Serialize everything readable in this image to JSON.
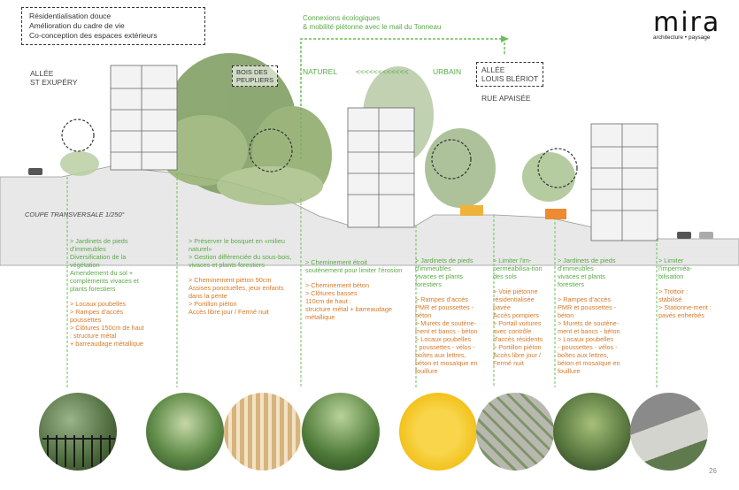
{
  "header": {
    "objectives": [
      "Résidentialisation douce",
      "Amélioration du cadre de vie",
      "Co-conception des espaces extérieurs"
    ],
    "connexion": [
      "Connexions écologiques",
      "& mobilité piétonne avec le mail du Tonneau"
    ],
    "naturel": "NATUREL",
    "arrows": "<<<<<<<<<<<<",
    "urbain": "URBAIN",
    "bois": [
      "BOIS DES",
      "PEUPLIERS"
    ]
  },
  "logo": {
    "name": "mira",
    "tagline": "architecture • paysage"
  },
  "streets": {
    "left": [
      "ALLÉE",
      "ST EXUPÉRY"
    ],
    "right": [
      "ALLÉE",
      "LOUIS BLÉRIOT"
    ],
    "right_sub": "RUE APAISÉE"
  },
  "section_label": "COUPE TRANSVERSALE 1/250°",
  "columns": [
    {
      "green": "> Jardinets de pieds d'immeubles\nDiversification de la végétation\nAmendement du sol + compléments vivaces et plants forestiers",
      "orange": "> Locaux poubelles\n> Rampes d'accès poussettes\n> Clôtures 150cm de haut : structure métal\n+ barreaudage métallique"
    },
    {
      "green": "> Préserver le bosquet en «milieu naturel»\n> Gestion différenciée du sous-bois, vivaces et plants forestiers",
      "orange": "> Cheminement piéton 90cm\nAssises ponctuelles, jeux enfants dans la pente\n> Portillon piéton\nAccès libre jour / Fermé nuit"
    },
    {
      "green": "> Cheminement étroit soutènement pour limiter l'érosion",
      "orange": "> Cheminement béton\n> Clôtures basses\n110cm de haut :\nstructure métal + barreaudage métallique"
    },
    {
      "green": "> Jardinets de pieds d'immeubles\nvivaces et plants forestiers",
      "orange": "> Rampes d'accès\nPMR et poussettes - béton\n> Murets de soutène-ment et bancs - béton\n> Locaux poubelles\n- poussettes - vélos - boîtes aux lettres,\nbéton et mosaïque en fouillure"
    },
    {
      "green": "> Limiter l'im-perméabilisa-tion des sols",
      "orange": "> Voie piétonne résidentialisée pavée\nAccès pompiers\n> Portail voitures avec contrôle d'accès résidents\n> Portillon piéton\nAccès libre jour / Fermé nuit"
    },
    {
      "green": "> Jardinets de pieds d'immeubles\nvivaces et plants forestiers",
      "orange": "> Rampes d'accès\nPMR et poussettes - béton\n> Murets de soutène-ment et bancs - béton\n> Locaux poubelles\n- poussettes - vélos - boîtes aux lettres,\nbéton et mosaïque en fouillure"
    },
    {
      "green": "> Limiter l'imperméa-bilisation",
      "orange": "> Trottoir : stabilisé\n> Stationne-ment : pavés enherbés"
    }
  ],
  "page_number": "26",
  "colors": {
    "green": "#5aaa46",
    "orange": "#d57a2a",
    "dashed_green": "#6bbf59"
  }
}
